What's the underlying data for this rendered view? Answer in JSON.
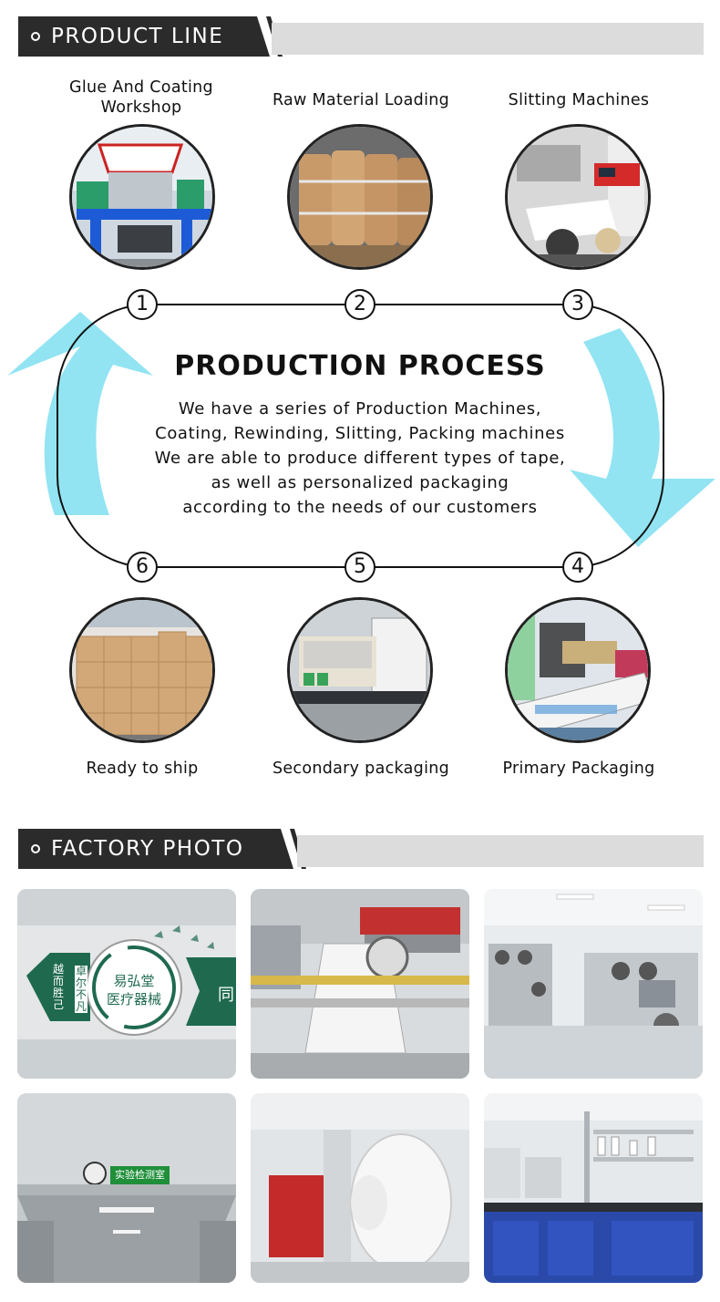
{
  "sections": {
    "product_line": "PRODUCT LINE",
    "factory_photo": "FACTORY PHOTO"
  },
  "steps": [
    {
      "num": "1",
      "label": "Glue And Coating\nWorkshop"
    },
    {
      "num": "2",
      "label": "Raw Material Loading"
    },
    {
      "num": "3",
      "label": "Slitting Machines"
    },
    {
      "num": "4",
      "label": "Primary Packaging"
    },
    {
      "num": "5",
      "label": "Secondary packaging"
    },
    {
      "num": "6",
      "label": "Ready to ship"
    }
  ],
  "process": {
    "title": "PRODUCTION PROCESS",
    "lines": [
      "We have a series of Production Machines,",
      "Coating, Rewinding, Slitting, Packing machines",
      "We are able to produce different types of tape,",
      "as well as personalized packaging",
      "according to the needs of our customers"
    ]
  },
  "factory_sign": {
    "company": "易弘堂",
    "company_sub": "医疗器械",
    "slogan_left": "越而胜己",
    "slogan_right": "卓尔不凡",
    "tag": "同"
  },
  "lab_sign": "实验检测室",
  "colors": {
    "header_dark": "#2b2b2b",
    "header_gray": "#dcdcdc",
    "arrow_cyan": "#7fdff0",
    "sign_green": "#1f6a4f"
  }
}
